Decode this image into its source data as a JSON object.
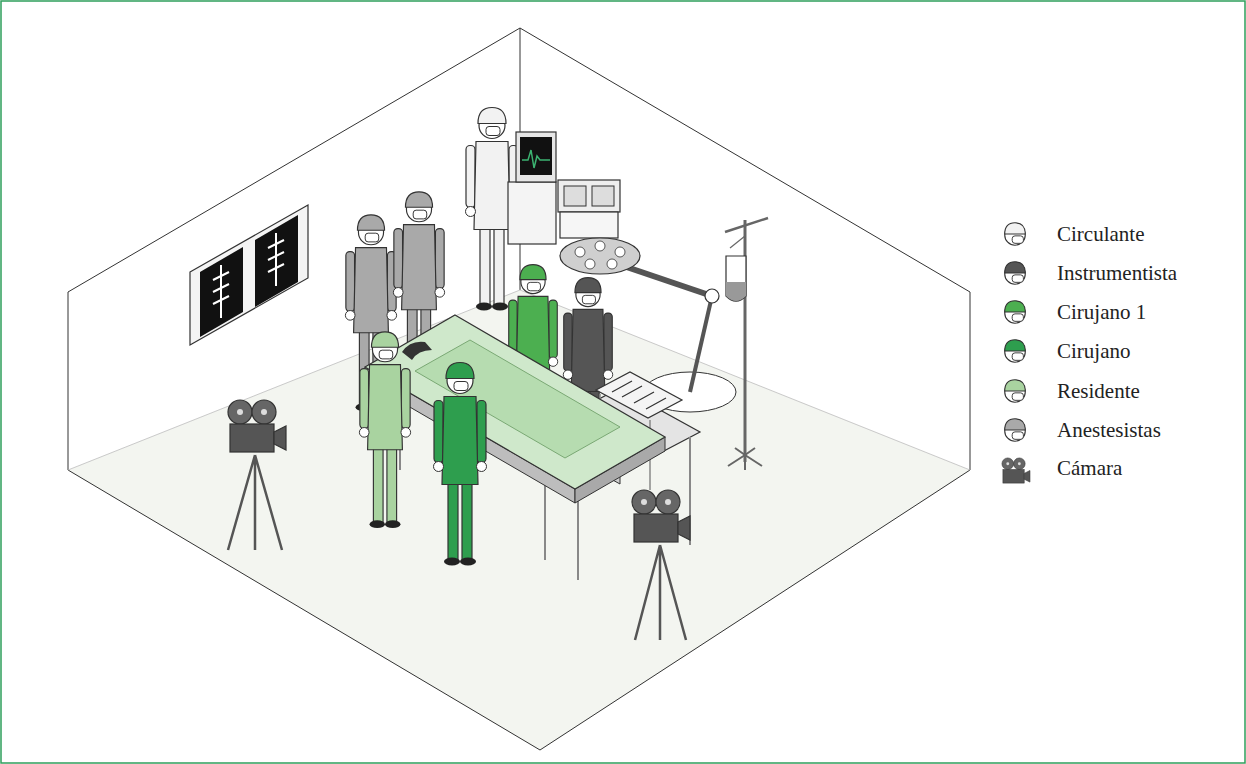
{
  "diagram": {
    "legend": [
      {
        "text": "Circulante"
      },
      {
        "text": "Instrumentista"
      },
      {
        "text": "Cirujano 1"
      },
      {
        "text": "Cirujano"
      },
      {
        "text": "Residente"
      },
      {
        "text": "Anestesistas"
      },
      {
        "text": "Cámara"
      }
    ]
  }
}
